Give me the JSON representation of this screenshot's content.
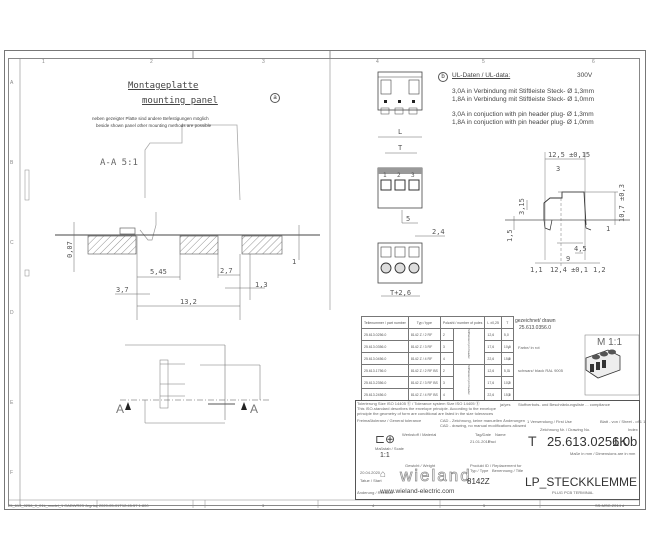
{
  "panel": {
    "title_de": "Montageplatte",
    "title_en": "mounting panel",
    "marker": "a",
    "note_de": "neben gezeigter Platte sind andere Befestigungen möglich",
    "note_en": "beside shown panel other mounting methods are possible",
    "section_label": "A-A 5:1",
    "dims": {
      "d1": "0,07",
      "d2": "5,45",
      "d3": "2,7",
      "d4": "3,7",
      "d5": "1,3",
      "d6": "13,2",
      "d7": "1"
    },
    "section_marks": [
      "A",
      "A"
    ]
  },
  "ul": {
    "marker": "b",
    "title": "UL-Daten / UL-data:",
    "voltage": "300V",
    "lines": [
      "3,0A in Verbindung mit Stiftleiste Steck- Ø 1,3mm",
      "1,8A in Verbindung mit Stiftleiste Steck- Ø 1,0mm",
      "3,0A in conjuction with pin header plug- Ø 1,3mm",
      "1,8A in conjuction with pin header plug- Ø 1,0mm"
    ]
  },
  "front_view": {
    "dim_L": "L",
    "dim_T": "T",
    "pitch": "5",
    "dim_24": "2,4",
    "dim_T26": "T+2,6",
    "pins": [
      "1",
      "2",
      "3"
    ]
  },
  "side_view": {
    "dims": {
      "top": "12,5 ±0,15",
      "d3": "3",
      "d315": "3,15",
      "d15": "1,5",
      "h107": "10,7 ±0,3",
      "d1": "1",
      "d45": "4,5",
      "d9": "9",
      "d11": "1,1",
      "d124": "12,4 ±0,1",
      "d12": "1,2"
    }
  },
  "parts_table": {
    "headers": [
      "Teilenummer / part number",
      "Typ / type",
      "Polzahl / number of poles",
      "L ±0,25",
      "T"
    ],
    "rows": [
      {
        "part": "25.613.0256.0",
        "type": "8142 Z / 2 RF",
        "poles": "2",
        "L": "12,6",
        "T": "5,0",
        "code": "",
        "color": ""
      },
      {
        "part": "25.613.0356.0",
        "type": "8142 Z / 3 RF",
        "poles": "3",
        "L": "17,6",
        "T": "10,0",
        "code": "P",
        "color": "Farbe/ in rot"
      },
      {
        "part": "25.613.0456.0",
        "type": "8142 Z / 4 RF",
        "poles": "4",
        "L": "22,6",
        "T": "15,0",
        "code": "8",
        "color": ""
      },
      {
        "part": "25.613.1756.0",
        "type": "8142 Z / 2 RF BS",
        "poles": "2",
        "L": "12,6",
        "T": "5,0",
        "code": "1",
        "color": "schwarz/ black RAL 9005"
      },
      {
        "part": "25.613.2356.0",
        "type": "8142 Z / 3 RF BS",
        "poles": "3",
        "L": "17,6",
        "T": "10,0",
        "code": "2",
        "color": ""
      },
      {
        "part": "25.613.2456.0",
        "type": "8142 Z / 4 RF BS",
        "poles": "4",
        "L": "22,6",
        "T": "15,0",
        "code": "3",
        "color": ""
      }
    ],
    "group_labels": [
      "Stiftleisten/ pin header",
      "Stiftleisten/ pin header"
    ]
  },
  "drawn": {
    "label": "gezeichnet/ drawn",
    "value": "25.613.0356.0"
  },
  "scale_box": {
    "label": "M 1:1"
  },
  "title_block": {
    "tolerancing": "Tolerierung Size ISO 14405 Ⓔ / Tolerance system Size ISO 14405 Ⓔ",
    "tolerancing_2": "This ISO-standard describes the envelope principle. According to the envelope",
    "tolerancing_3": "principle the geometry of form are conditional are listed in the size tolerances",
    "general_tol": "Freimaßtoleranz / General tolerance",
    "cad_1": "CAD - Zeichnung, keine manuellen Änderungen",
    "cad_2": "CAD - drawing, no manual modifications allowed",
    "rohs": "Stoffverbots- und Beschränkungsliste ... compliance",
    "rohs_yes": "ja/yes",
    "usage": "1 Verwendung / First Use",
    "sheet": "Blatt - von / Sheet - of 1 1",
    "material": "Werkstoff / Material",
    "scale_label": "Maßstab / Scale",
    "scale_value": "1:1",
    "date_label": "Tag/Date",
    "name_label": "Name",
    "drawn_date": "21.01.2015",
    "drawn_name": "Paci",
    "weight_label": "Gewicht / Weight",
    "product_id": "Produkt ID / Replacement for",
    "type_label": "Typ / Type",
    "type_value": "8142Z",
    "desig_label": "Benennung / Title",
    "title": "LP_STECKKLEMME",
    "subtitle": "PLUG PCB TERMINAL",
    "drawing_no_label": "Zeichnung Nr. / Drawing No.",
    "drawing_no": "25.613.0256.0",
    "drawing_suffix": "1K",
    "index_label": "Index",
    "index": "b",
    "dims_note": "Maße in mm / Dimensions are in mm",
    "t_mark": "T",
    "revision_label": "Änderung / Revision",
    "rev_date": "20.04.2020",
    "rev_name": "Tatue / Start",
    "brand": "wieland",
    "website": "www.wieland-electric.com",
    "form_no": "SS-MSC-2014 d"
  },
  "footer": {
    "file": "25_613_0256_0_01k_model_1 CADWR23 Jegrise 2020-05-01T12:45:57 1:800",
    "zones": [
      "1",
      "2",
      "3",
      "4",
      "5",
      "6"
    ]
  },
  "zones_top": [
    "1",
    "2",
    "3",
    "4",
    "5",
    "6"
  ],
  "zones_left": [
    "A",
    "B",
    "C",
    "D",
    "E",
    "F"
  ]
}
